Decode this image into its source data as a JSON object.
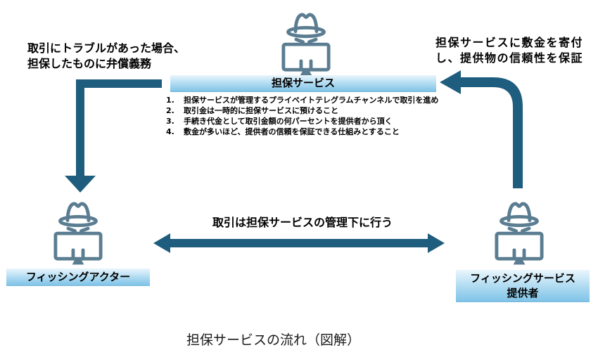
{
  "colors": {
    "arrow": "#1f5d7e",
    "icon": "#5b7d91",
    "bar_gradient": "linear-gradient(180deg, #eaf6fd 0%, #b2dcf2 50%, #7fc3e7 100%)",
    "text": "#000000"
  },
  "actors": {
    "top": {
      "label": "担保サービス"
    },
    "bottom_left": {
      "label": "フィッシングアクター"
    },
    "bottom_right": {
      "label": "フィッシングサービス\n提供者"
    }
  },
  "annotations": {
    "top_left": "取引にトラブルがあった場合、\n担保したものに弁償義務",
    "top_right": "担保サービスに敷金を寄付\nし、提供物の信頼性を保証",
    "center": "取引は担保サービスの管理下に行う"
  },
  "notes": {
    "items": [
      {
        "num": "1.",
        "text": "担保サービスが管理するプライベイトテレグラムチャンネルで取引を進め"
      },
      {
        "num": "2.",
        "text": "取引金は一時的に担保サービスに預けること"
      },
      {
        "num": "3.",
        "text": "手続き代金として取引金額の何パーセントを提供者から頂く"
      },
      {
        "num": "4.",
        "text": "敷金が多いほど、提供者の信頼を保証できる仕組みとすること"
      }
    ]
  },
  "caption": "担保サービスの流れ（図解）"
}
